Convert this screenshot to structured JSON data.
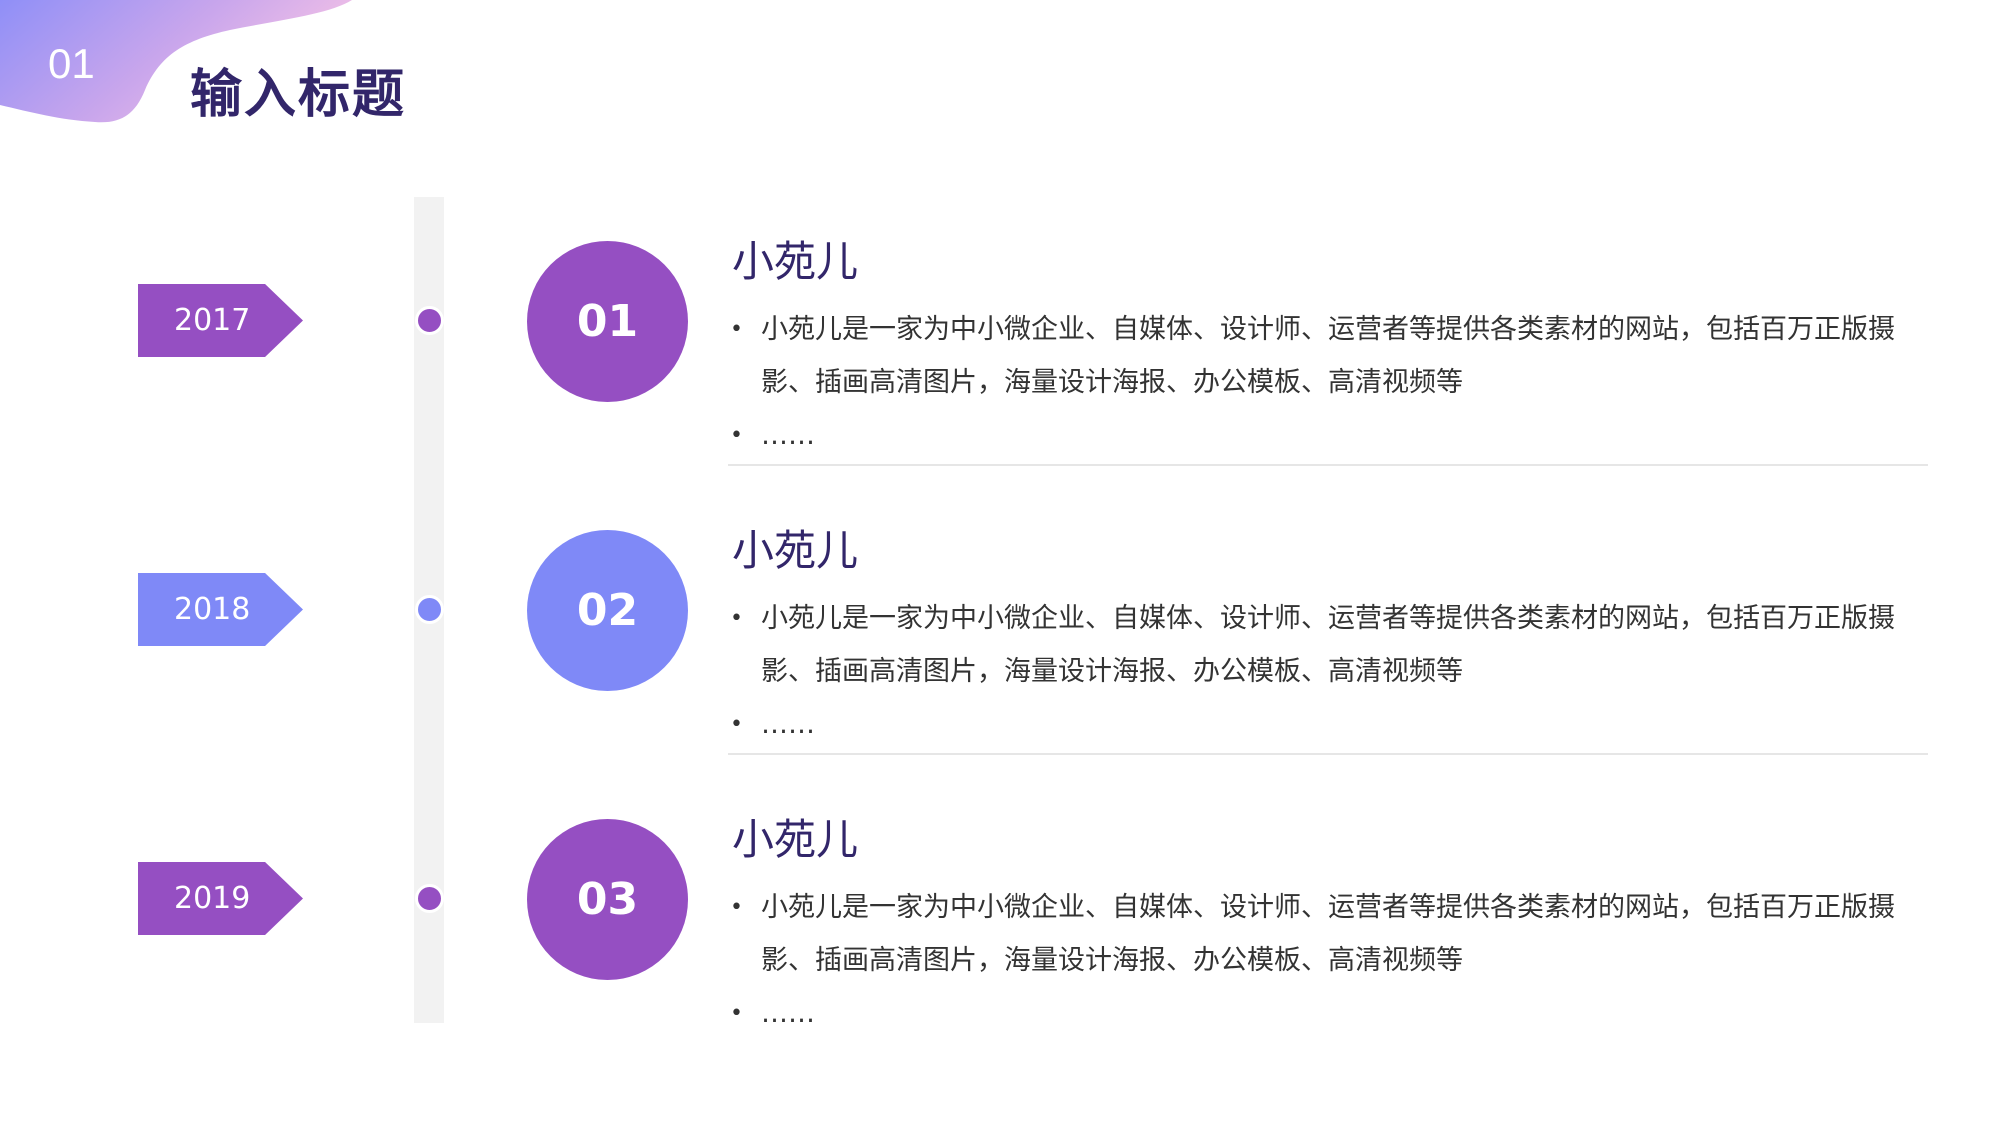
{
  "header": {
    "section_number": "01",
    "title": "输入标题"
  },
  "colors": {
    "purple": "#954fc2",
    "periwinkle": "#7f89f7",
    "title_text": "#32266a",
    "track": "#f2f2f2"
  },
  "timeline": [
    {
      "year": "2017",
      "number": "01",
      "color": "#954fc2",
      "title": "小苑儿",
      "bullets": [
        "小苑儿是一家为中小微企业、自媒体、设计师、运营者等提供各类素材的网站，包括百万正版摄影、插画高清图片，海量设计海报、办公模板、高清视频等",
        "……"
      ]
    },
    {
      "year": "2018",
      "number": "02",
      "color": "#7f89f7",
      "title": "小苑儿",
      "bullets": [
        "小苑儿是一家为中小微企业、自媒体、设计师、运营者等提供各类素材的网站，包括百万正版摄影、插画高清图片，海量设计海报、办公模板、高清视频等",
        "……"
      ]
    },
    {
      "year": "2019",
      "number": "03",
      "color": "#954fc2",
      "title": "小苑儿",
      "bullets": [
        "小苑儿是一家为中小微企业、自媒体、设计师、运营者等提供各类素材的网站，包括百万正版摄影、插画高清图片，海量设计海报、办公模板、高清视频等",
        "……"
      ]
    }
  ]
}
